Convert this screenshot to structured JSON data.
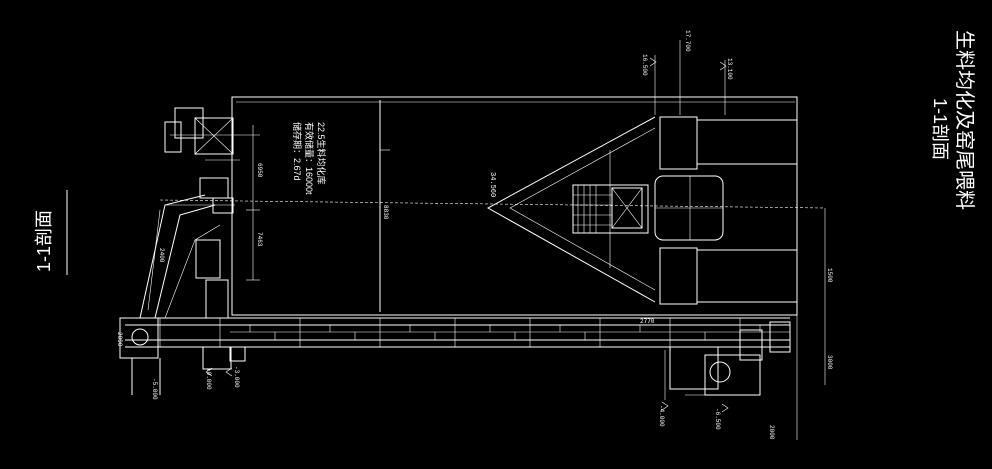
{
  "drawing": {
    "title_main": "生料均化及窑尾喂料",
    "title_sub": "1-1剖面",
    "section_label": "1-1剖面",
    "silo_note": {
      "line1": "22.5生料均化库",
      "line2": "有效储量：16000t",
      "line3": "储存期：2.67d"
    },
    "dims": {
      "d_top_a": "17.700",
      "d_top_b": "16.500",
      "d_top_c": "13.100",
      "d_center": "34.560",
      "d_v1": "6950",
      "d_v2": "8830",
      "d_v3": "7463",
      "d_v4": "2400",
      "d_left_a": "2090",
      "d_left_b": "±0.000",
      "d_left_c": "-3.000",
      "d_left_d": "-5.000",
      "d_bot_a": "-4.000",
      "d_bot_b": "-6.500",
      "d_bot_c": "2000",
      "d_right_a": "1500",
      "d_right_b": "3000",
      "d_mid": "2770"
    },
    "colors": {
      "background": "#000000",
      "line": "#ffffff"
    }
  }
}
